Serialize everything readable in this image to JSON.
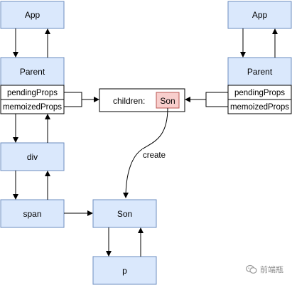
{
  "diagram": {
    "left": {
      "app": "App",
      "parent": "Parent",
      "pending_props": "pendingProps",
      "memoized_props": "memoizedProps",
      "div": "div",
      "span": "span"
    },
    "center": {
      "children_label": "children:",
      "son_chip": "Son",
      "edge_label": "create",
      "son_node": "Son",
      "p_node": "p"
    },
    "right": {
      "app": "App",
      "parent": "Parent",
      "pending_props": "pendingProps",
      "memoized_props": "memoizedProps"
    }
  },
  "colors": {
    "node_fill": "#dae8fc",
    "node_stroke": "#6c8ebf",
    "chip_fill": "#f8cecc",
    "chip_stroke": "#b85450",
    "line": "#000000"
  },
  "watermark": {
    "text": "前端瓶",
    "icon": "wechat-icon"
  }
}
